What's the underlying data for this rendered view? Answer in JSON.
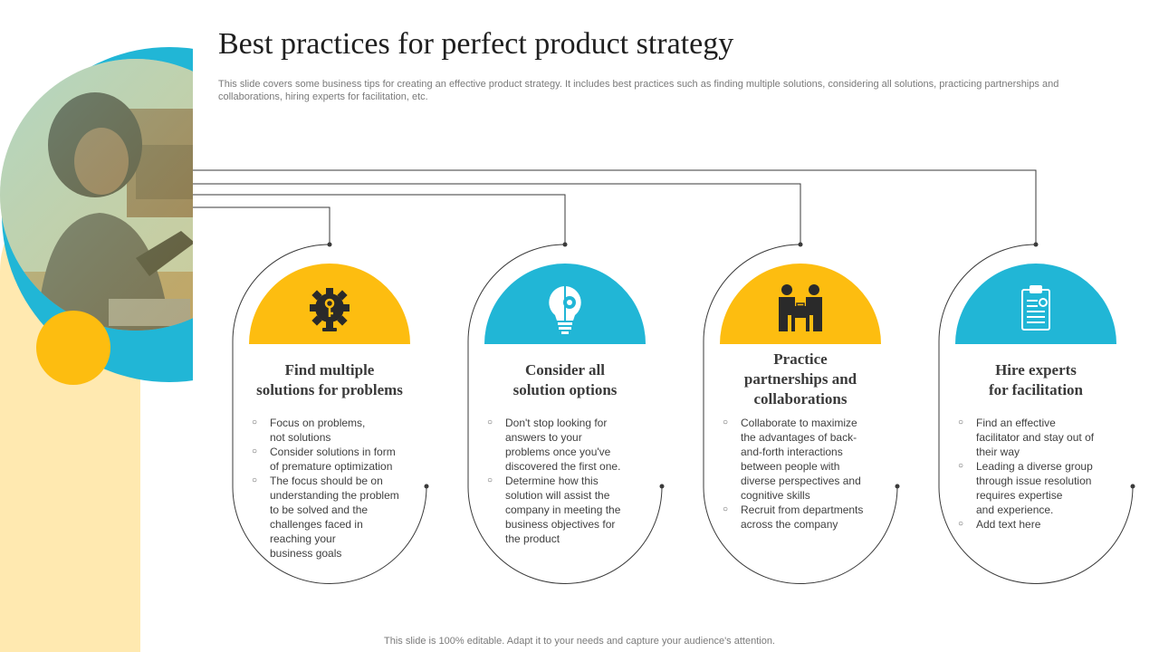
{
  "header": {
    "title": "Best practices  for perfect product strategy",
    "subtitle": "This slide covers some business tips for creating an effective product strategy. It includes best practices such as finding multiple solutions, considering all solutions, practicing partnerships and collaborations, hiring experts for facilitation, etc."
  },
  "colors": {
    "yellow": "#FDBD10",
    "blue": "#21B6D6",
    "pale_yellow": "#FFE9B0",
    "line": "#3a3a3a"
  },
  "cards": [
    {
      "icon": "brain-gear-key-icon",
      "color": "yellow",
      "title_lines": [
        "Find multiple",
        "solutions for problems"
      ],
      "bullets": [
        [
          "Focus on problems,",
          "not solutions"
        ],
        [
          "Consider solutions in form",
          "of premature optimization"
        ],
        [
          "The focus should be on",
          "understanding the problem",
          "to be solved and the",
          "challenges faced in",
          "reaching your",
          "business goals"
        ]
      ]
    },
    {
      "icon": "lightbulb-gear-icon",
      "color": "blue",
      "title_lines": [
        "Consider all",
        "solution options"
      ],
      "bullets": [
        [
          "Don't stop looking for",
          "answers to your",
          "problems once you've",
          "discovered the first one."
        ],
        [
          "Determine how this",
          "solution will assist the",
          "company in meeting the",
          "business objectives for",
          "the product"
        ]
      ]
    },
    {
      "icon": "partners-briefcase-icon",
      "color": "yellow",
      "title_lines": [
        "Practice",
        "partnerships and",
        "collaborations"
      ],
      "bullets": [
        [
          "Collaborate to maximize",
          "the advantages  of back-",
          "and-forth  interactions",
          "between people with",
          "diverse perspectives and",
          "cognitive  skills"
        ],
        [
          "Recruit from departments",
          "across the company"
        ]
      ]
    },
    {
      "icon": "clipboard-certificate-icon",
      "color": "blue",
      "title_lines": [
        "Hire experts",
        "for facilitation"
      ],
      "bullets": [
        [
          "Find an effective",
          "facilitator and stay out of",
          "their way"
        ],
        [
          "Leading a diverse group",
          "through issue resolution",
          "requires expertise",
          "and experience."
        ],
        [
          "Add text here"
        ]
      ]
    }
  ],
  "footer": {
    "text": "This slide is 100% editable. Adapt it to your needs and capture your audience's attention."
  }
}
